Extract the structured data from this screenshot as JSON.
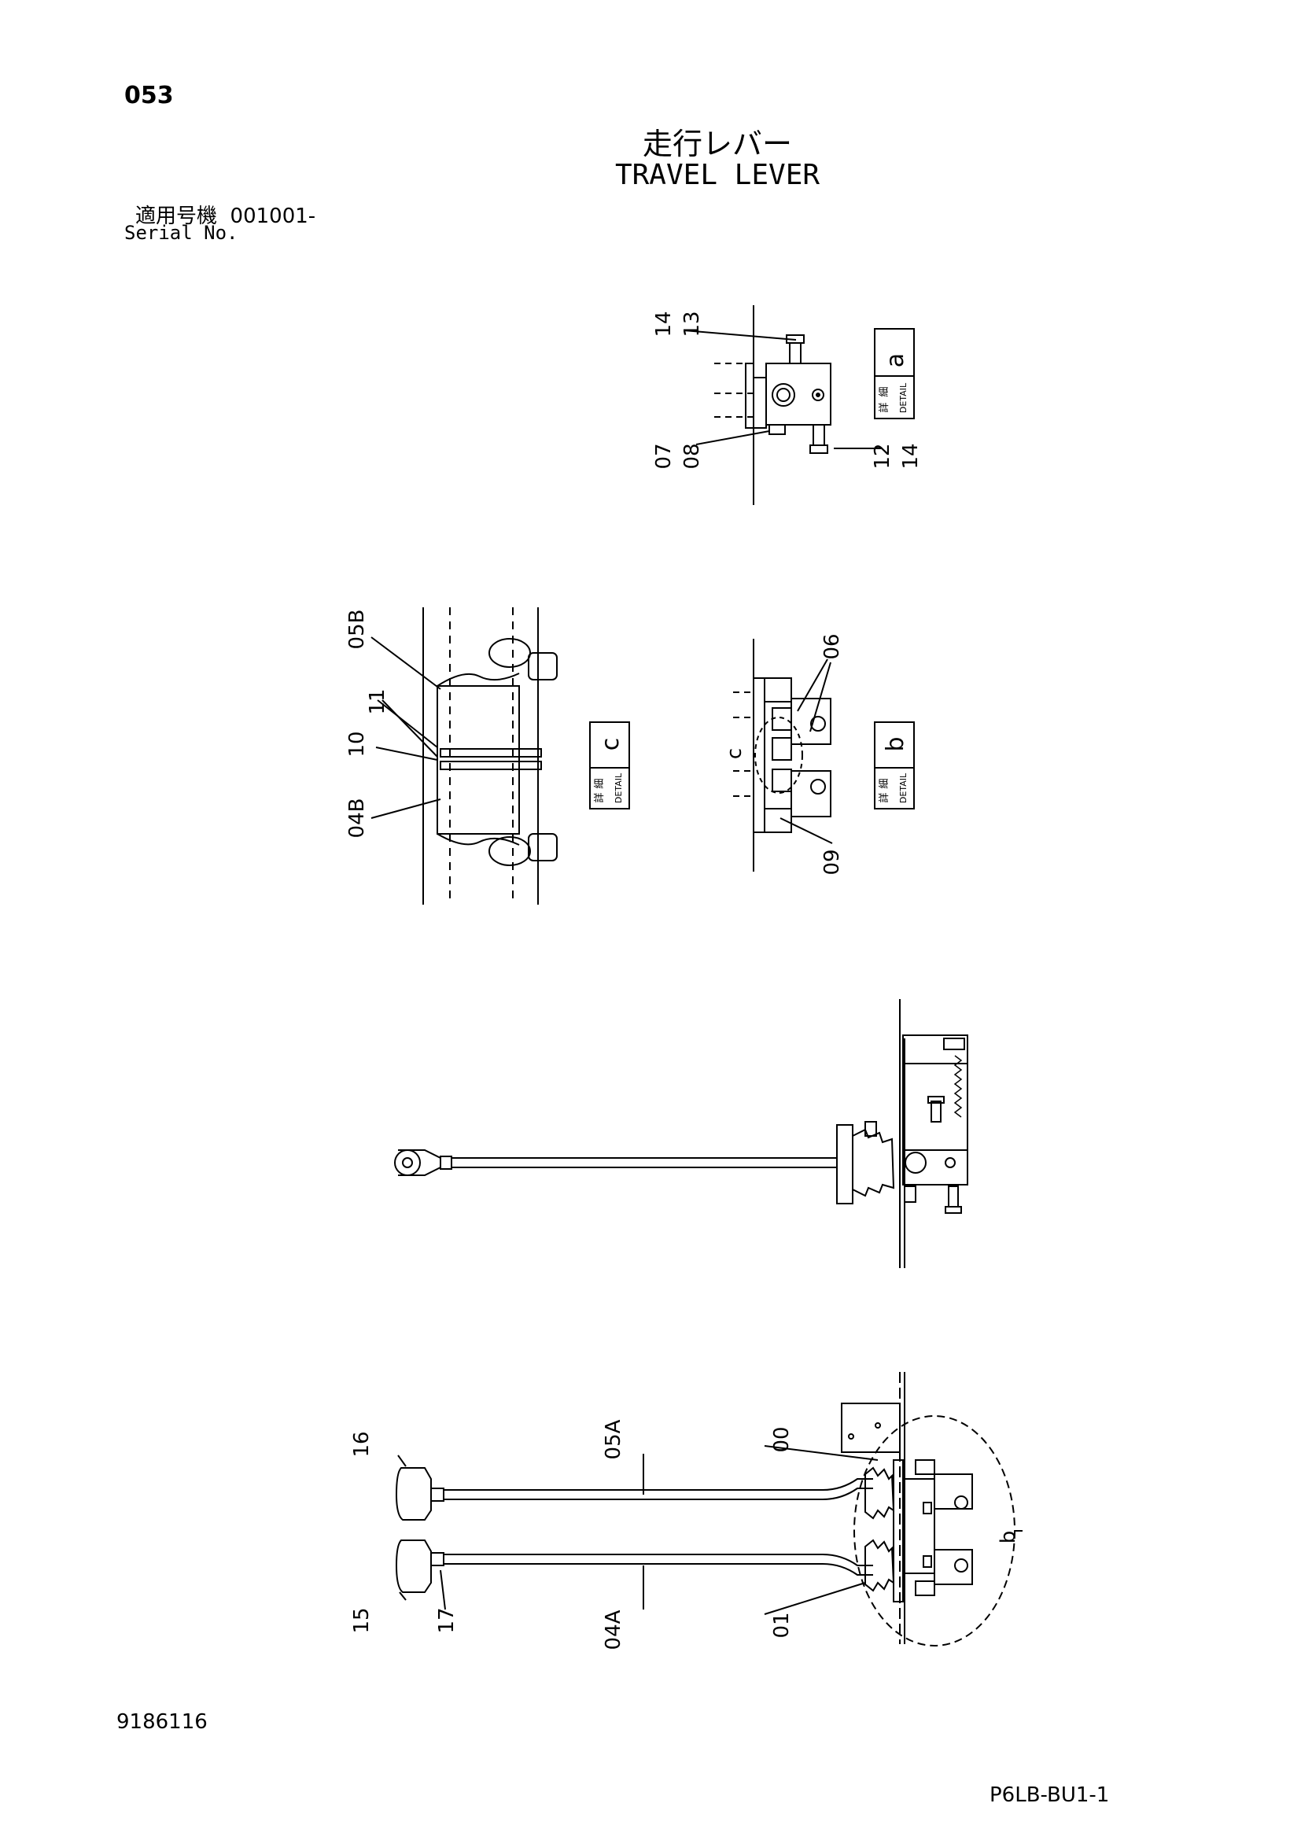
{
  "header": {
    "page_number": "053",
    "title_jp": "走行レバー",
    "title_en": "TRAVEL LEVER",
    "serial_label_jp": "適用号機",
    "serial_value": "001001-",
    "serial_label_en": "Serial No."
  },
  "detail_labels": {
    "jp_top": "詳",
    "jp_bottom": "細",
    "en": "DETAIL",
    "a": "a",
    "b": "b",
    "c": "c"
  },
  "callouts": {
    "detail_a": [
      "14",
      "13",
      "07",
      "08",
      "12",
      "14"
    ],
    "detail_c": [
      "05B",
      "11",
      "10",
      "04B"
    ],
    "detail_b": [
      "06",
      "09",
      "c"
    ],
    "main": [
      "16",
      "05A",
      "00",
      "15",
      "17",
      "04A",
      "01",
      "b"
    ]
  },
  "footer": {
    "doc_number": "9186116",
    "page_code": "P6LB-BU1-1"
  }
}
